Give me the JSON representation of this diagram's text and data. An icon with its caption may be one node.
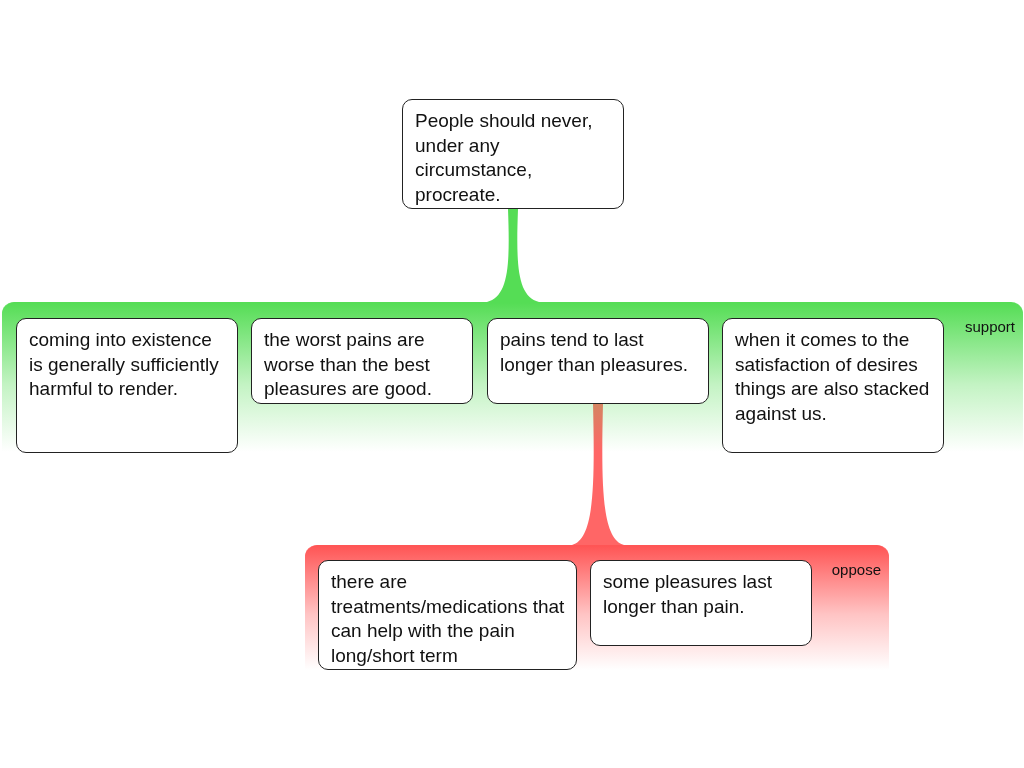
{
  "diagram": {
    "nodes": [
      {
        "text": [
          "People should never, under any circumstance, procreate."
        ]
      },
      {
        "text": [
          "support"
        ]
      },
      {
        "text": [
          "coming into existence is generally sufficiently harmful to render."
        ],
        "in": 1
      },
      {
        "text": [
          "the worst pains are worse than the best pleasures are good."
        ],
        "in": 1
      },
      {
        "text": [
          "pains tend to last longer than pleasures."
        ],
        "in": 1
      },
      {
        "text": [
          "when it comes to the satisfaction of desires things are also stacked against us."
        ],
        "in": 1
      },
      {
        "text": [
          "oppose"
        ]
      },
      {
        "text": [
          "there are treatments/medications that can help with the pain long/short term"
        ],
        "in": 6
      },
      {
        "text": [
          "some pleasures last longer than pain."
        ],
        "in": 6
      }
    ],
    "edges": [
      {
        "from": 1,
        "to": 0,
        "arrow": "none",
        "color": "#55dd55"
      },
      {
        "from": 6,
        "to": 4,
        "arrow": "none",
        "color": "#ff6666"
      }
    ]
  }
}
